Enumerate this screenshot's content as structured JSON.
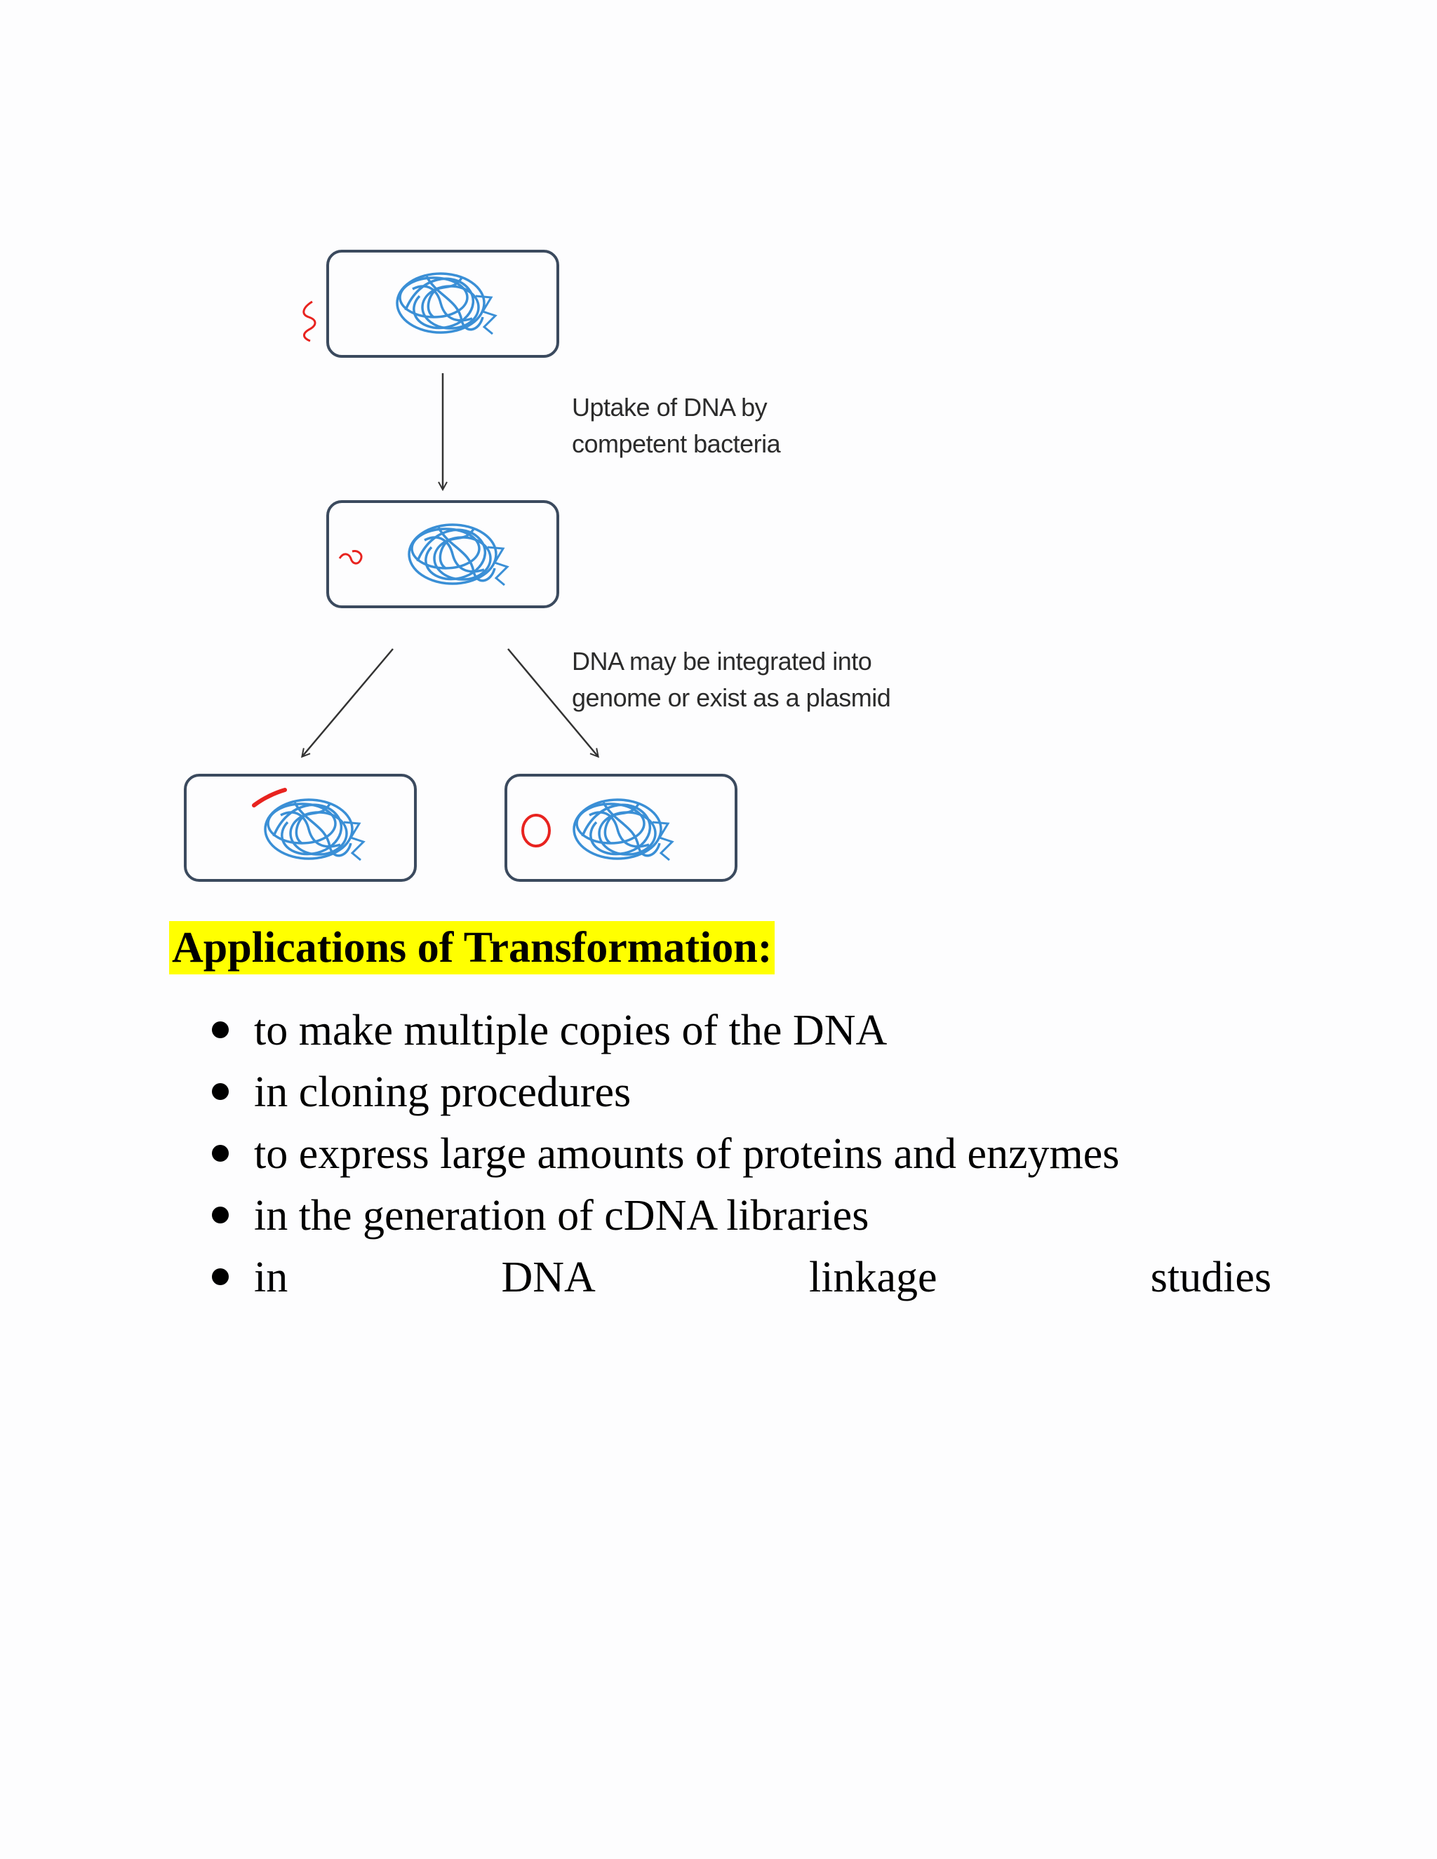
{
  "figure": {
    "caption_uptake": "Uptake of DNA by\ncompetent bacteria",
    "caption_integrate": "DNA may be integrated into\ngenome or exist as a plasmid",
    "colors": {
      "cell_outline": "#3b4a5e",
      "chromosome": "#3a8fd6",
      "foreign_dna": "#e8231f",
      "arrow": "#333333"
    }
  },
  "section": {
    "heading": "Applications of Transformation:",
    "highlight_color": "#ffff00",
    "items": [
      {
        "text": "to make multiple copies of the DNA"
      },
      {
        "text": "in cloning procedures"
      },
      {
        "text": "to express large amounts of proteins and enzymes"
      },
      {
        "text": "in the generation of cDNA libraries"
      },
      {
        "words": [
          "in",
          "DNA",
          "linkage",
          "studies"
        ]
      }
    ]
  }
}
